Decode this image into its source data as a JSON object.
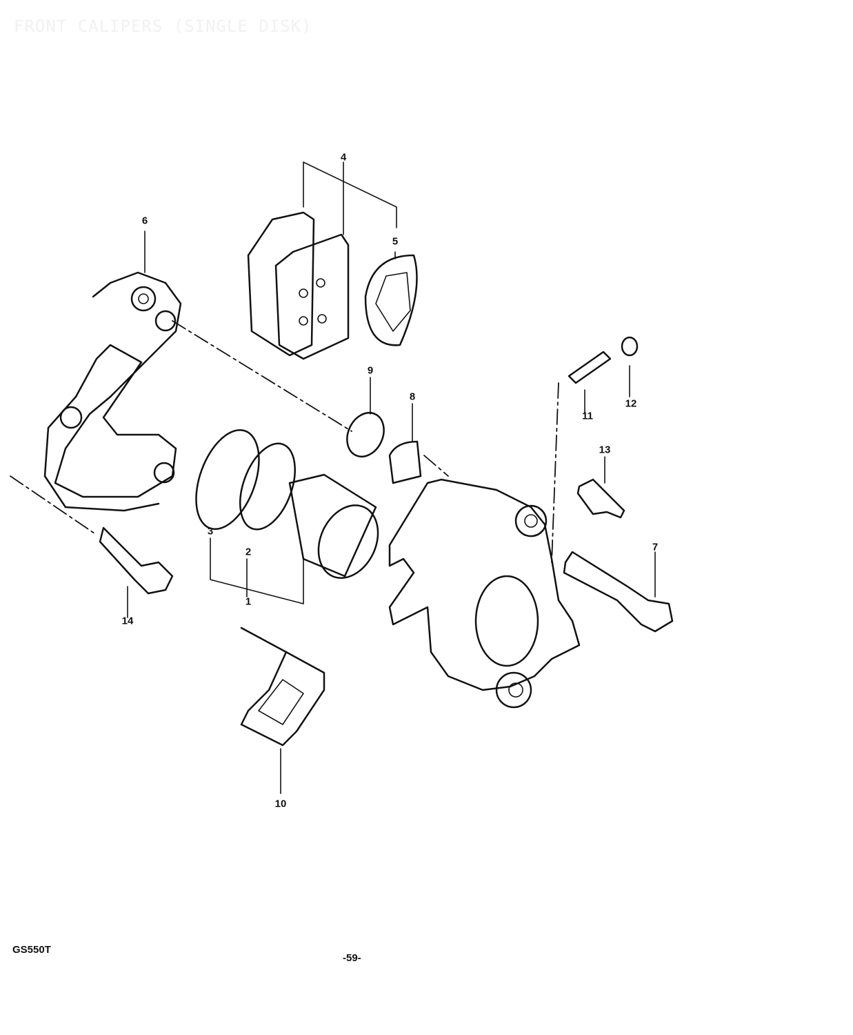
{
  "title": "FRONT CALIPERS (SINGLE DISK)",
  "footer": {
    "model": "GS550T",
    "page_number": "-59-"
  },
  "callouts": [
    "1",
    "2",
    "3",
    "4",
    "5",
    "6",
    "7",
    "8",
    "9",
    "10",
    "11",
    "12",
    "13",
    "14"
  ]
}
